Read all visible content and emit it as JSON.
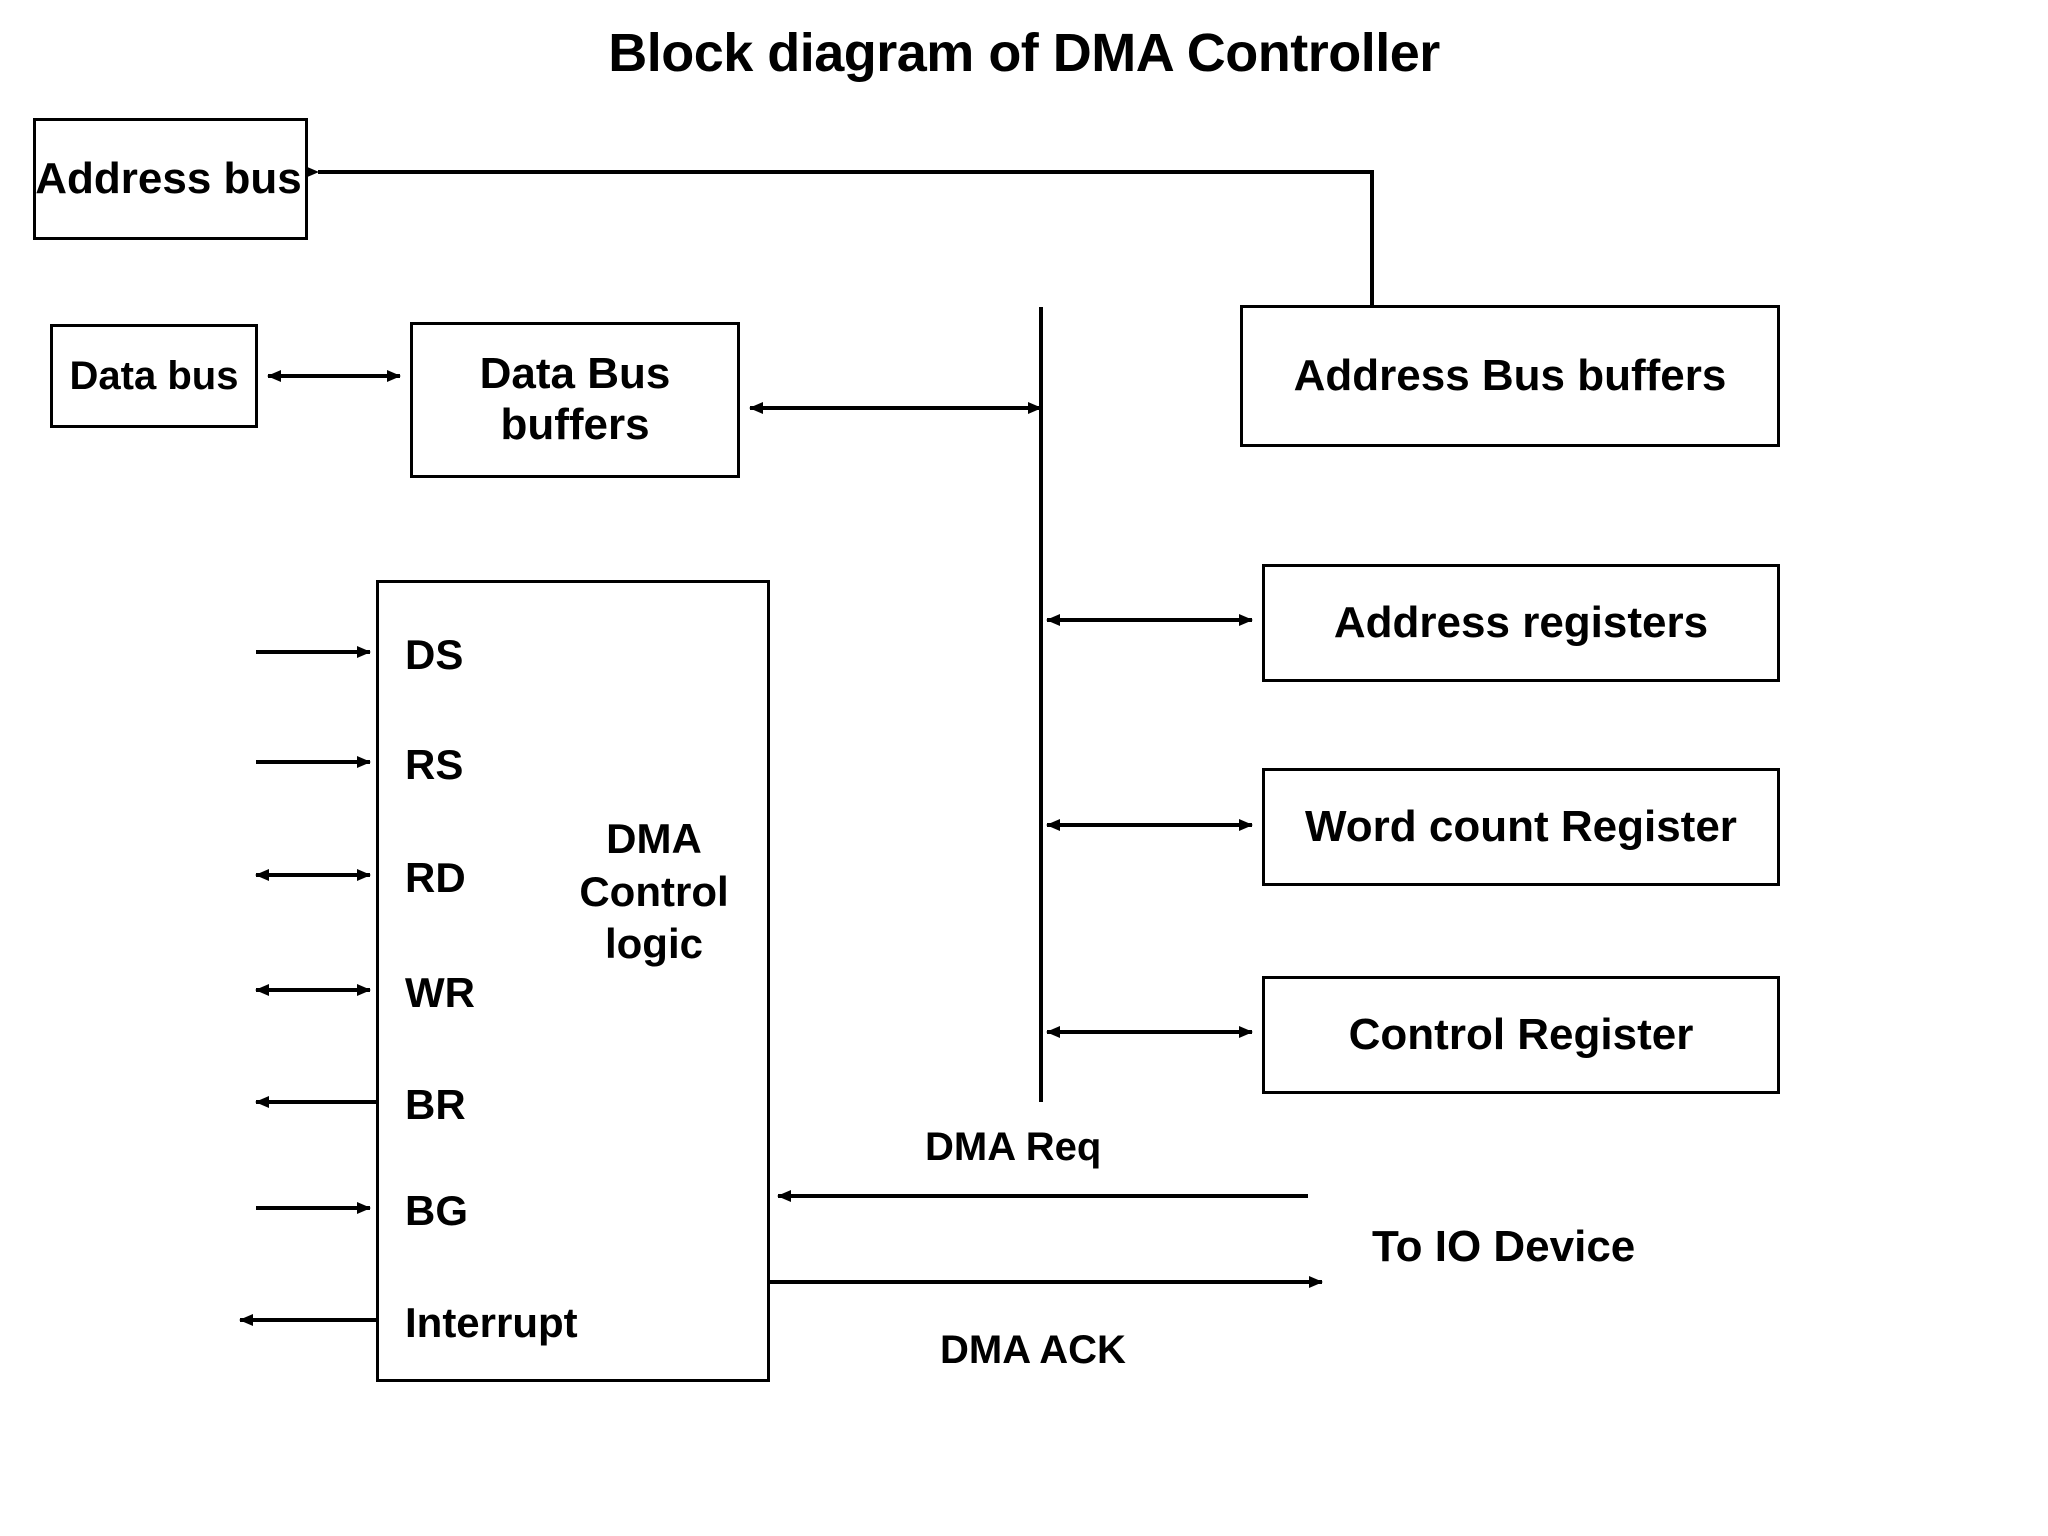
{
  "diagram": {
    "title": "Block diagram of DMA Controller",
    "blocks": {
      "address_bus": "Address bus",
      "data_bus": "Data bus",
      "data_bus_buffers": "Data Bus\nbuffers",
      "address_bus_buffers": "Address Bus buffers",
      "address_registers": "Address registers",
      "word_count_register": "Word count Register",
      "control_register": "Control Register",
      "dma_control_logic": "DMA\nControl\nlogic"
    },
    "pins": [
      {
        "label": "DS",
        "direction": "in"
      },
      {
        "label": "RS",
        "direction": "in"
      },
      {
        "label": "RD",
        "direction": "bidirectional"
      },
      {
        "label": "WR",
        "direction": "bidirectional"
      },
      {
        "label": "BR",
        "direction": "out"
      },
      {
        "label": "BG",
        "direction": "in"
      },
      {
        "label": "Interrupt",
        "direction": "out"
      }
    ],
    "io_signals": {
      "dma_req": "DMA Req",
      "dma_ack": "DMA ACK",
      "to_io_device": "To IO Device"
    },
    "colors": {
      "background": "#ffffff",
      "stroke": "#000000",
      "text": "#000000"
    }
  }
}
